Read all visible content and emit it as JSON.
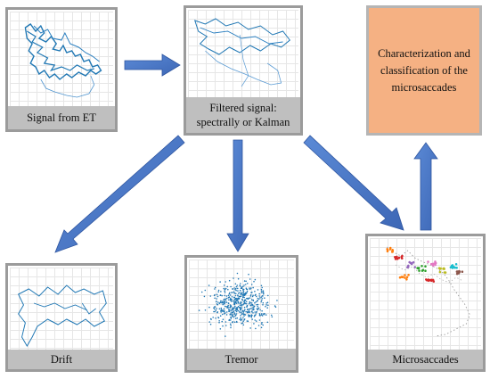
{
  "nodes": {
    "signal_et": {
      "caption": "Signal from ET"
    },
    "filtered": {
      "caption_line1": "Filtered signal:",
      "caption_line2": "spectrally or Kalman"
    },
    "result": {
      "text": "Characterization and classification of the microsaccades"
    },
    "drift": {
      "caption": "Drift"
    },
    "tremor": {
      "caption": "Tremor"
    },
    "microsaccades": {
      "caption": "Microsaccades"
    }
  },
  "colors": {
    "arrow": "#4472c4",
    "trace": "#1f77b4",
    "result_fill": "#f5b183",
    "caption_fill": "#bfbfbf"
  }
}
